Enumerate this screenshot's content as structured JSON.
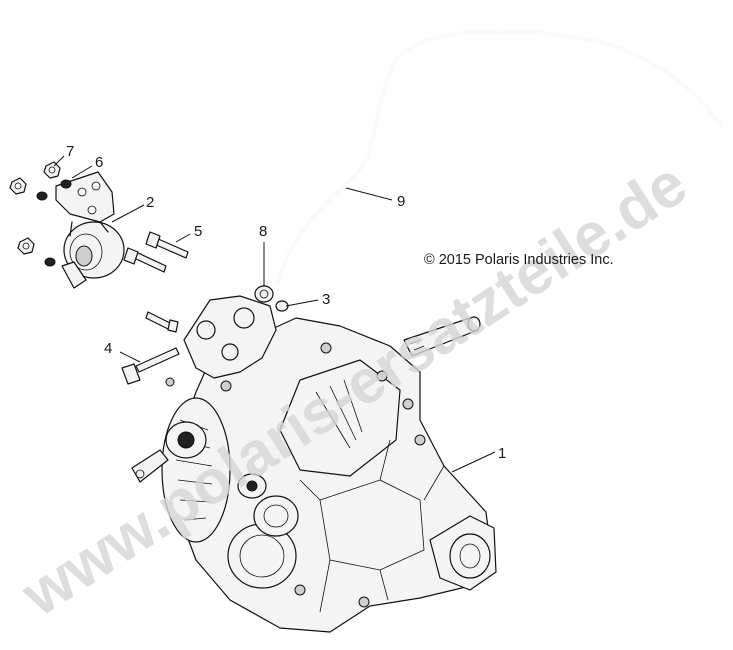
{
  "copyright": "© 2015 Polaris Industries Inc.",
  "watermark": "www.polaris-ersatzteile.de",
  "callouts": [
    "1",
    "2",
    "3",
    "4",
    "5",
    "6",
    "7",
    "8",
    "9"
  ]
}
